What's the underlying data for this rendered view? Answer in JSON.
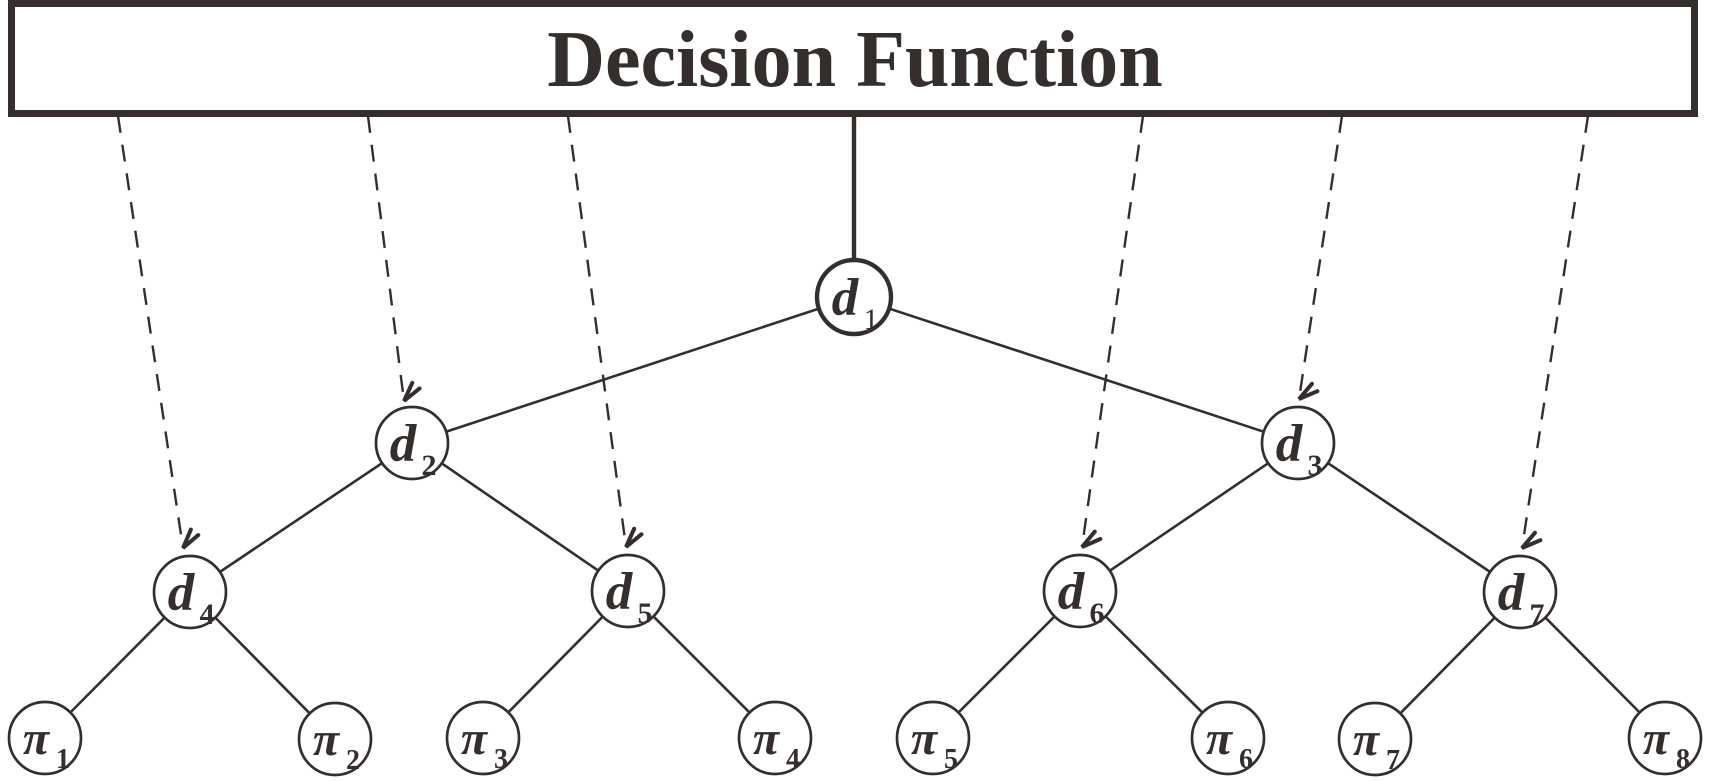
{
  "title": {
    "text": "Decision Function"
  },
  "colors": {
    "ink": "#342f2d",
    "node_fill": "#ffffff",
    "background": "#ffffff"
  },
  "diagram": {
    "nodes": [
      {
        "id": "d1",
        "symbol": "d",
        "sub": "1",
        "kind": "decision",
        "emphasis": true
      },
      {
        "id": "d2",
        "symbol": "d",
        "sub": "2",
        "kind": "decision"
      },
      {
        "id": "d3",
        "symbol": "d",
        "sub": "3",
        "kind": "decision"
      },
      {
        "id": "d4",
        "symbol": "d",
        "sub": "4",
        "kind": "decision"
      },
      {
        "id": "d5",
        "symbol": "d",
        "sub": "5",
        "kind": "decision"
      },
      {
        "id": "d6",
        "symbol": "d",
        "sub": "6",
        "kind": "decision"
      },
      {
        "id": "d7",
        "symbol": "d",
        "sub": "7",
        "kind": "decision"
      },
      {
        "id": "pi1",
        "symbol": "π",
        "sub": "1",
        "kind": "policy"
      },
      {
        "id": "pi2",
        "symbol": "π",
        "sub": "2",
        "kind": "policy"
      },
      {
        "id": "pi3",
        "symbol": "π",
        "sub": "3",
        "kind": "policy"
      },
      {
        "id": "pi4",
        "symbol": "π",
        "sub": "4",
        "kind": "policy"
      },
      {
        "id": "pi5",
        "symbol": "π",
        "sub": "5",
        "kind": "policy"
      },
      {
        "id": "pi6",
        "symbol": "π",
        "sub": "6",
        "kind": "policy"
      },
      {
        "id": "pi7",
        "symbol": "π",
        "sub": "7",
        "kind": "policy"
      },
      {
        "id": "pi8",
        "symbol": "π",
        "sub": "8",
        "kind": "policy"
      }
    ],
    "edges": [
      {
        "from": "d1",
        "to": "d2"
      },
      {
        "from": "d1",
        "to": "d3"
      },
      {
        "from": "d2",
        "to": "d4"
      },
      {
        "from": "d2",
        "to": "d5"
      },
      {
        "from": "d3",
        "to": "d6"
      },
      {
        "from": "d3",
        "to": "d7"
      },
      {
        "from": "d4",
        "to": "pi1"
      },
      {
        "from": "d4",
        "to": "pi2"
      },
      {
        "from": "d5",
        "to": "pi3"
      },
      {
        "from": "d5",
        "to": "pi4"
      },
      {
        "from": "d6",
        "to": "pi5"
      },
      {
        "from": "d6",
        "to": "pi6"
      },
      {
        "from": "d7",
        "to": "pi7"
      },
      {
        "from": "d7",
        "to": "pi8"
      }
    ],
    "root_link": {
      "from": "decision-function-box",
      "to": "d1",
      "style": "solid"
    },
    "dashed_links": [
      {
        "to": "d4"
      },
      {
        "to": "d2"
      },
      {
        "to": "d5"
      },
      {
        "to": "d6"
      },
      {
        "to": "d3"
      },
      {
        "to": "d7"
      }
    ]
  }
}
